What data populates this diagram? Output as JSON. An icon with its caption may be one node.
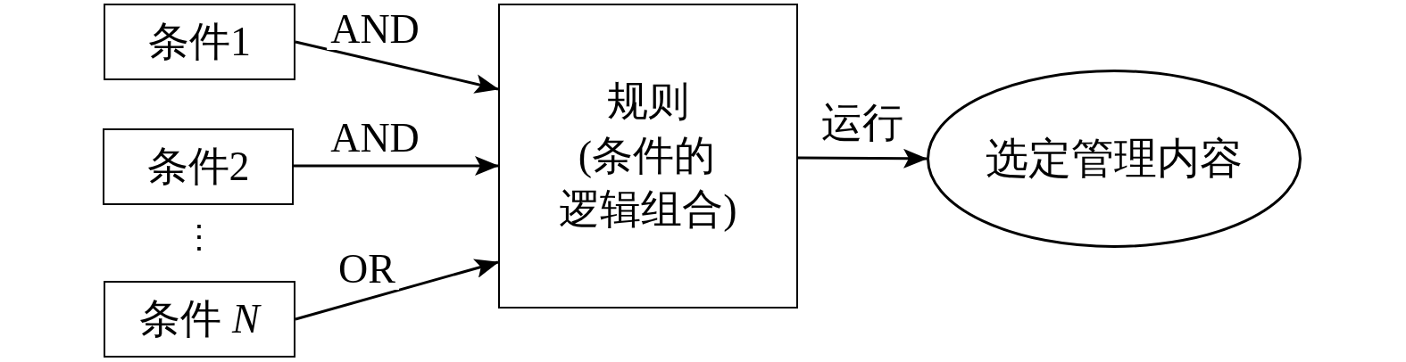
{
  "diagram": {
    "nodes": [
      {
        "text": [
          "条件1"
        ]
      },
      {
        "text": [
          "条件2"
        ]
      },
      {
        "text": [
          "条件 *N*"
        ]
      },
      {
        "text": [
          "规则",
          "(条件的逻辑组合)"
        ]
      },
      {
        "text": [
          "选定管理内容"
        ]
      }
    ],
    "edges": [
      {
        "from": 0,
        "to": 3,
        "arrow": "to",
        "label": "AND"
      },
      {
        "from": 1,
        "to": 3,
        "arrow": "to",
        "label": "AND"
      },
      {
        "from": 2,
        "to": 3,
        "arrow": "to",
        "label": "OR"
      },
      {
        "from": 3,
        "to": 4,
        "arrow": "to",
        "label": "运行"
      }
    ],
    "labels": [
      "⋮"
    ]
  }
}
